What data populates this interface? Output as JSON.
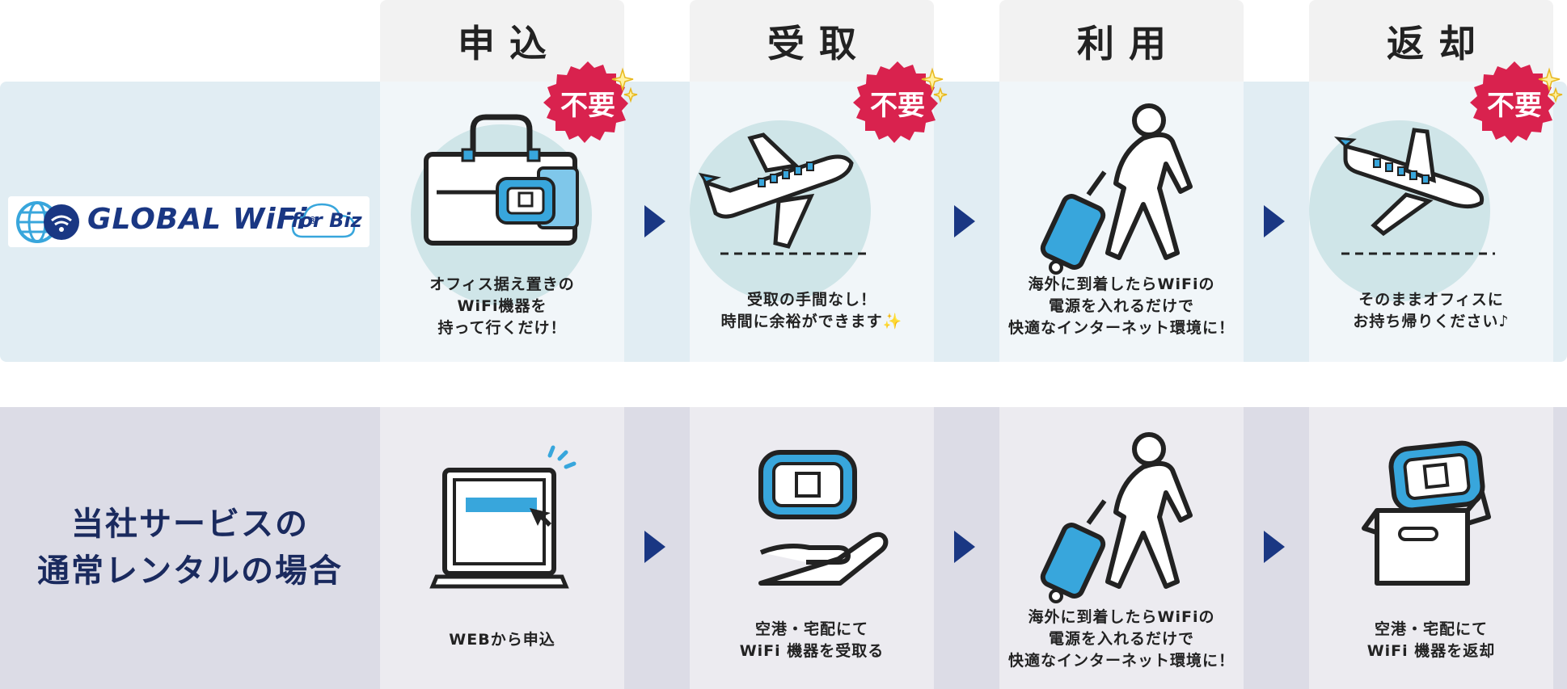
{
  "steps": [
    {
      "title": "申込"
    },
    {
      "title": "受取"
    },
    {
      "title": "利用"
    },
    {
      "title": "返却"
    }
  ],
  "badge_label": "不要",
  "brand": {
    "name": "GLOBAL WiFi",
    "suffix": "for Biz",
    "registered": "®"
  },
  "global_wifi": {
    "descs": [
      [
        "オフィス据え置きの",
        "WiFi機器を",
        "持って行くだけ！"
      ],
      [
        "受取の手間なし！",
        "時間に余裕ができます✨"
      ],
      [
        "海外に到着したらWiFiの",
        "電源を入れるだけで",
        "快適なインターネット環境に！"
      ],
      [
        "そのままオフィスに",
        "お持ち帰りください♪"
      ]
    ]
  },
  "normal_rental": {
    "title_lines": [
      "当社サービスの",
      "通常レンタルの場合"
    ],
    "descs": [
      [
        "WEBから申込"
      ],
      [
        "空港・宅配にて",
        "WiFi 機器を受取る"
      ],
      [
        "海外に到着したらWiFiの",
        "電源を入れるだけで",
        "快適なインターネット環境に！"
      ],
      [
        "空港・宅配にて",
        "WiFi 機器を返却"
      ]
    ]
  },
  "colors": {
    "navy": "#1a3783",
    "badge_red": "#d9224e",
    "accent_blue": "#38a6dc",
    "circle": "#cfe5e8"
  }
}
